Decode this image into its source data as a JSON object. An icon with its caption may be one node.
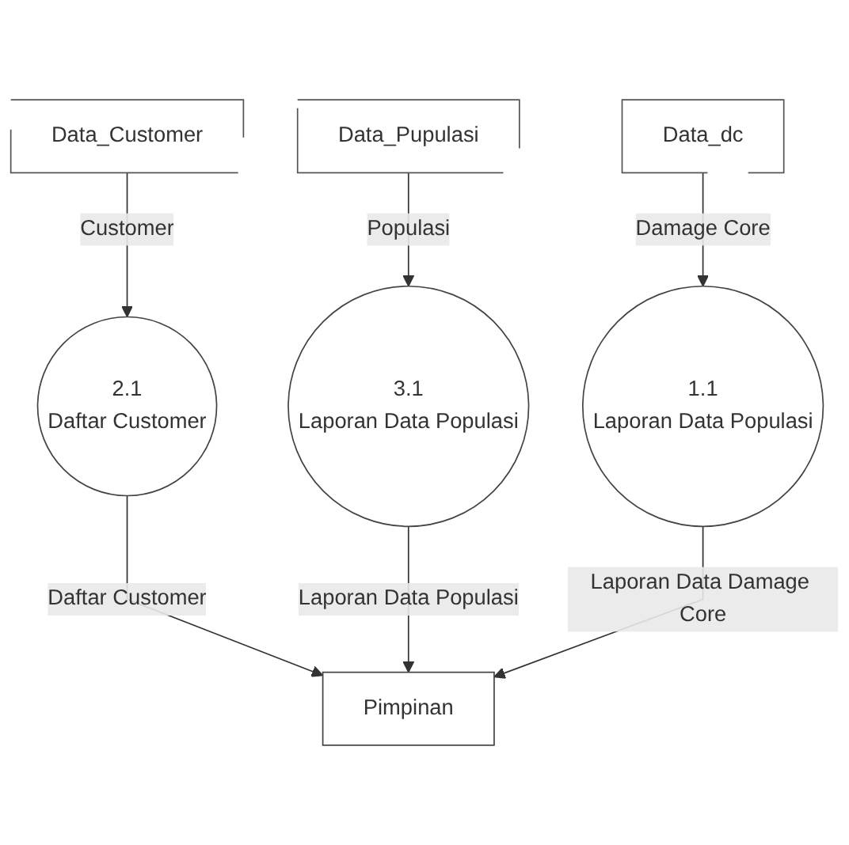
{
  "diagram": {
    "nodes": [
      {
        "text": [
          "Data_Customer"
        ]
      },
      {
        "text": [
          "Data_Pupulasi"
        ]
      },
      {
        "text": [
          "Data_dc"
        ]
      },
      {
        "text": [
          "2.1",
          "Daftar Customer"
        ]
      },
      {
        "text": [
          "3.1",
          "Laporan Data Populasi"
        ]
      },
      {
        "text": [
          "1.1",
          "Laporan Data Populasi"
        ]
      },
      {
        "text": [
          "Pimpinan"
        ]
      }
    ],
    "edges": [
      {
        "from": 0,
        "to": 3,
        "arrow": "to",
        "label": "Customer"
      },
      {
        "from": 1,
        "to": 4,
        "arrow": "to",
        "label": "Populasi"
      },
      {
        "from": 2,
        "to": 5,
        "arrow": "to",
        "label": "Damage Core"
      },
      {
        "from": 3,
        "to": 6,
        "arrow": "to",
        "label": "Daftar Customer"
      },
      {
        "from": 4,
        "to": 6,
        "arrow": "to",
        "label": "Laporan Data Populasi"
      },
      {
        "from": 5,
        "to": 6,
        "arrow": "to",
        "label": "Laporan Data Damage Core"
      }
    ]
  }
}
